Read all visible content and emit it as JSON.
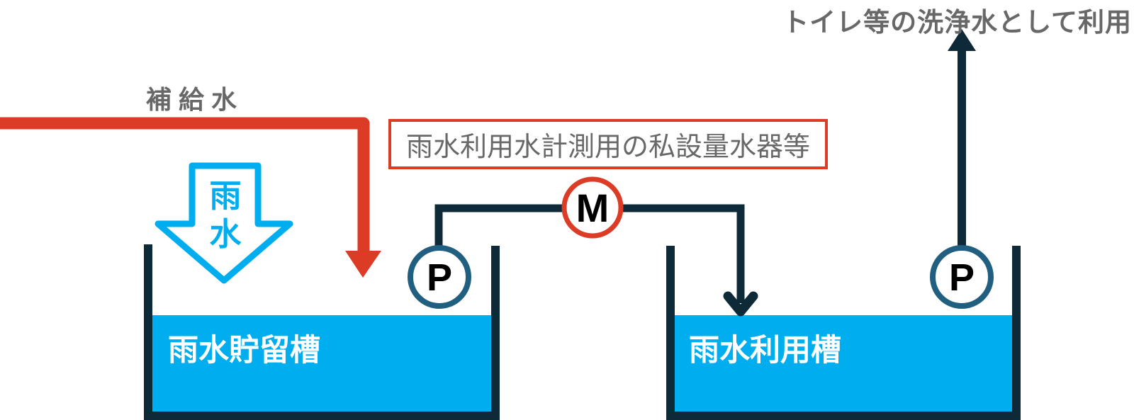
{
  "diagram": {
    "type": "rainwater-utilization-system-schematic",
    "labels": {
      "toilet_use": "トイレ等の洗浄水として利用",
      "supply_water": "補給水",
      "meter_box": "雨水利用水計測用の私設量水器等",
      "rain_line1": "雨",
      "rain_line2": "水",
      "storage_tank": "雨水貯留槽",
      "utilization_tank": "雨水利用槽",
      "meter_symbol": "M",
      "pump_symbol": "P"
    },
    "colors": {
      "red": "#dc3b25",
      "cyan": "#00aeef",
      "navy": "#0e2a39",
      "ring": "#215f80",
      "gray": "#686868",
      "white": "#ffffff"
    }
  }
}
